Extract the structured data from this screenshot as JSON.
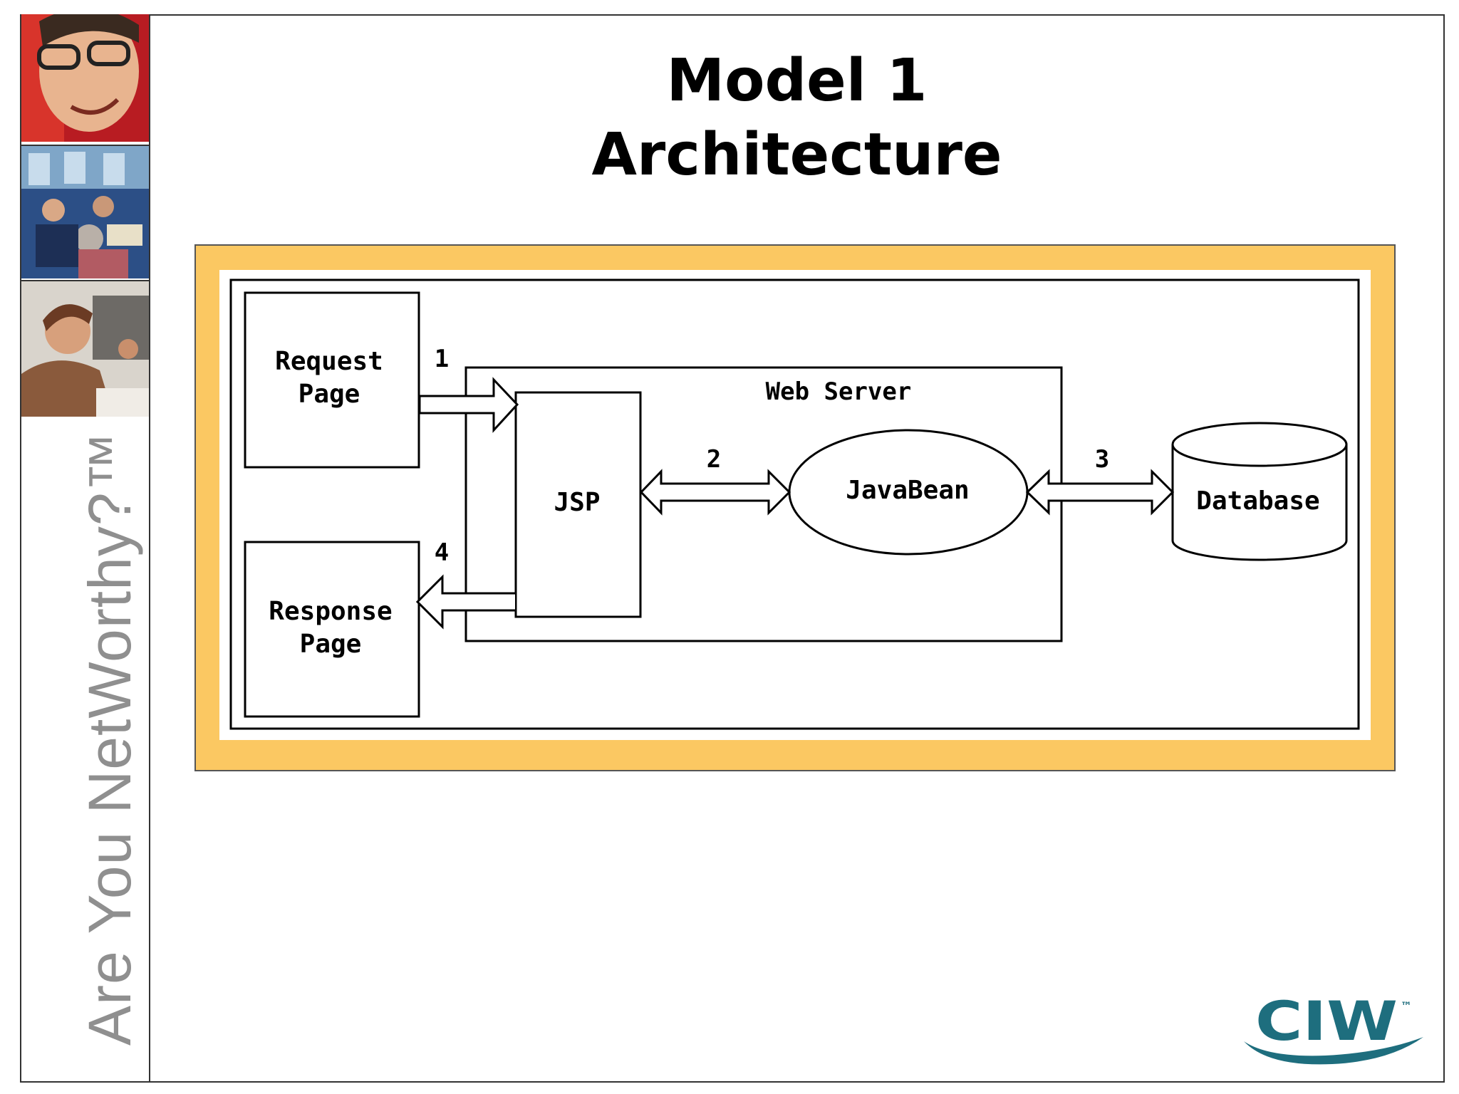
{
  "slide": {
    "title_line1": "Model 1",
    "title_line2": "Architecture",
    "sidebar_tagline": "Are You NetWorthy?™",
    "logo_text": "CIW",
    "logo_tm": "™"
  },
  "diagram": {
    "request_page": [
      "Request",
      "Page"
    ],
    "response_page": [
      "Response",
      "Page"
    ],
    "web_server": "Web Server",
    "jsp": "JSP",
    "javabean": "JavaBean",
    "database": "Database",
    "step_labels": [
      "1",
      "2",
      "3",
      "4"
    ]
  },
  "colors": {
    "frame_orange": "#FBC862",
    "logo_teal": "#1E6E7E",
    "tagline_gray": "#8F8F8F"
  }
}
